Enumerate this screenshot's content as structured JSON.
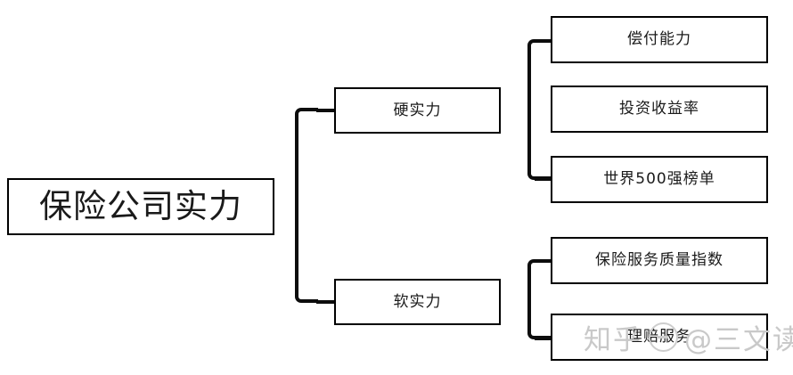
{
  "diagram": {
    "type": "hierarchy-tree",
    "orientation": "left-to-right",
    "title": "保险公司实力",
    "root": {
      "label": "保险公司实力"
    },
    "branches": [
      {
        "label": "硬实力",
        "children": [
          {
            "label": "偿付能力"
          },
          {
            "label": "投资收益率"
          },
          {
            "label": "世界500强榜单"
          }
        ]
      },
      {
        "label": "软实力",
        "children": [
          {
            "label": "保险服务质量指数"
          },
          {
            "label": "理赔服务"
          }
        ]
      }
    ],
    "colors": {
      "background": "#ffffff",
      "box_border": "#000000",
      "text": "#1a1a1a",
      "connector": "#0d0d0d",
      "watermark": "#c9c9c9"
    }
  },
  "watermark": {
    "site": "知乎",
    "author": "@三文读保",
    "logo_icon": "circle-minus-icon"
  }
}
